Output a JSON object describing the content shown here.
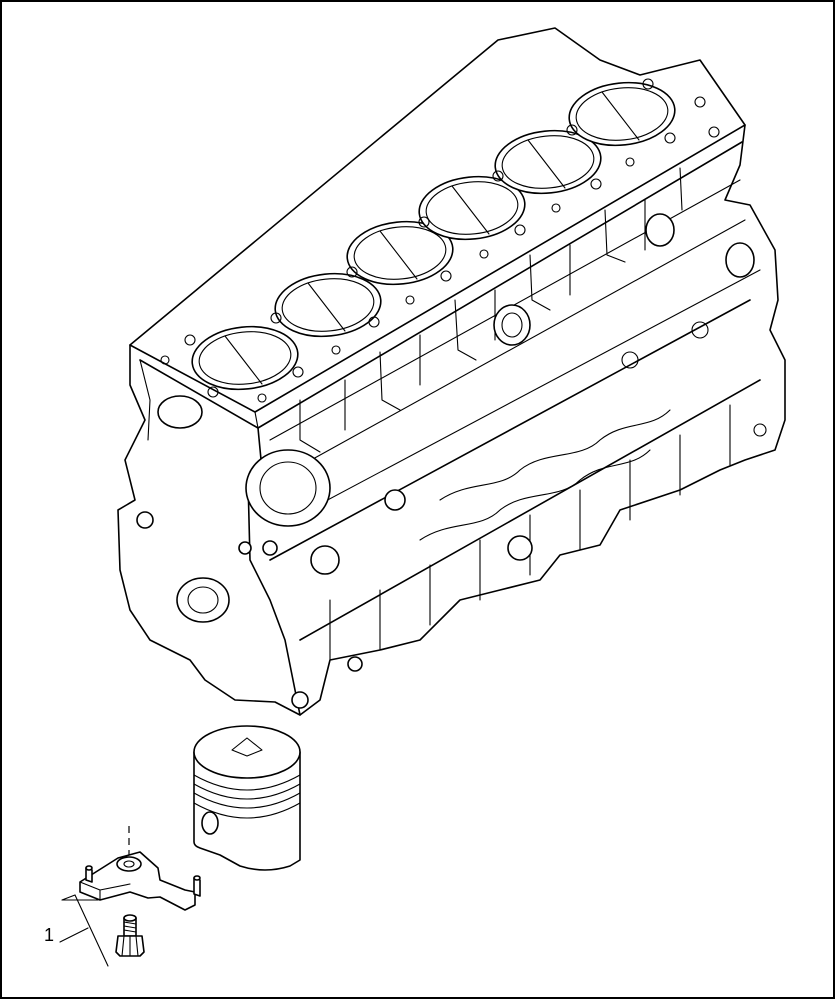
{
  "figure": {
    "callouts": [
      {
        "label": "1"
      }
    ],
    "parts": [
      {
        "name": "cylinder-block",
        "icon": "engine-block-icon"
      },
      {
        "name": "piston",
        "icon": "piston-icon"
      },
      {
        "name": "oil-jet-nozzle",
        "icon": "nozzle-icon"
      },
      {
        "name": "banjo-bolt",
        "icon": "bolt-icon"
      }
    ],
    "colors": {
      "line": "#000000",
      "background": "#ffffff",
      "border": "#000000"
    }
  }
}
